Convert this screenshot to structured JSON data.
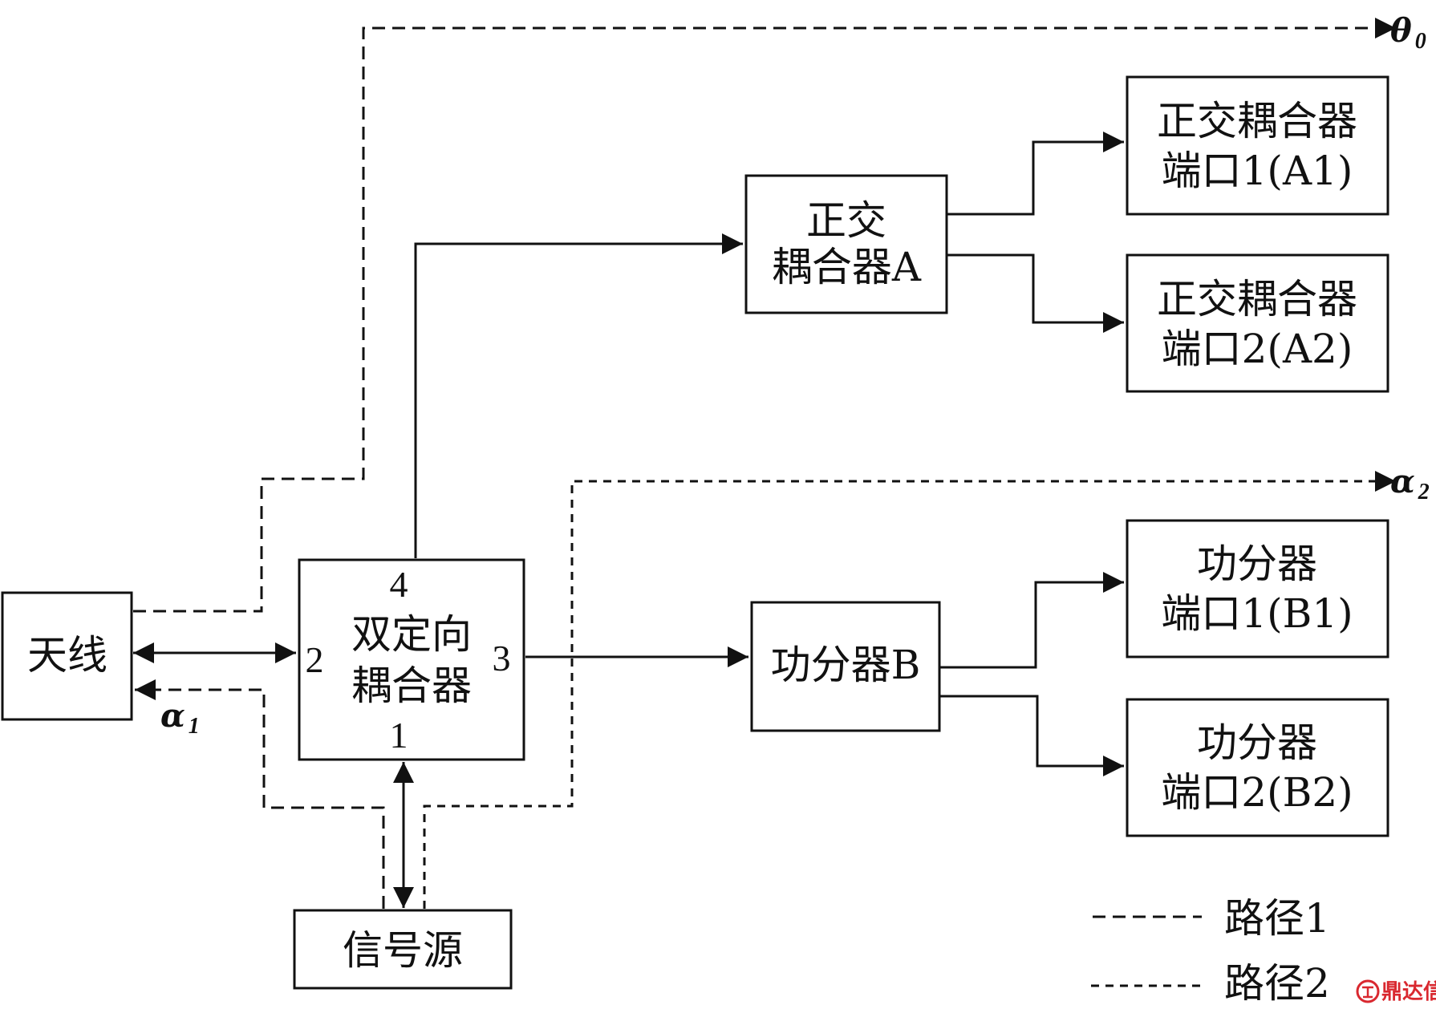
{
  "blocks": {
    "antenna": "天线",
    "coupler": {
      "line1": "双定向",
      "line2": "耦合器"
    },
    "coupler_ports": {
      "p1": "1",
      "p2": "2",
      "p3": "3",
      "p4": "4"
    },
    "signal_source": "信号源",
    "quad_coupler_a": {
      "line1": "正交",
      "line2": "耦合器A"
    },
    "quad_port_a1": {
      "line1": "正交耦合器",
      "line2": "端口1(A1)"
    },
    "quad_port_a2": {
      "line1": "正交耦合器",
      "line2": "端口2(A2)"
    },
    "splitter_b": "功分器B",
    "splitter_port_b1": {
      "line1": "功分器",
      "line2": "端口1(B1)"
    },
    "splitter_port_b2": {
      "line1": "功分器",
      "line2": "端口2(B2)"
    }
  },
  "signals": {
    "theta0": {
      "symbol": "θ",
      "sub": "0"
    },
    "alpha1": {
      "symbol": "α",
      "sub": "1"
    },
    "alpha2": {
      "symbol": "α",
      "sub": "2"
    }
  },
  "legend": {
    "path1": "路径1",
    "path2": "路径2"
  },
  "watermark": "鼎达信"
}
